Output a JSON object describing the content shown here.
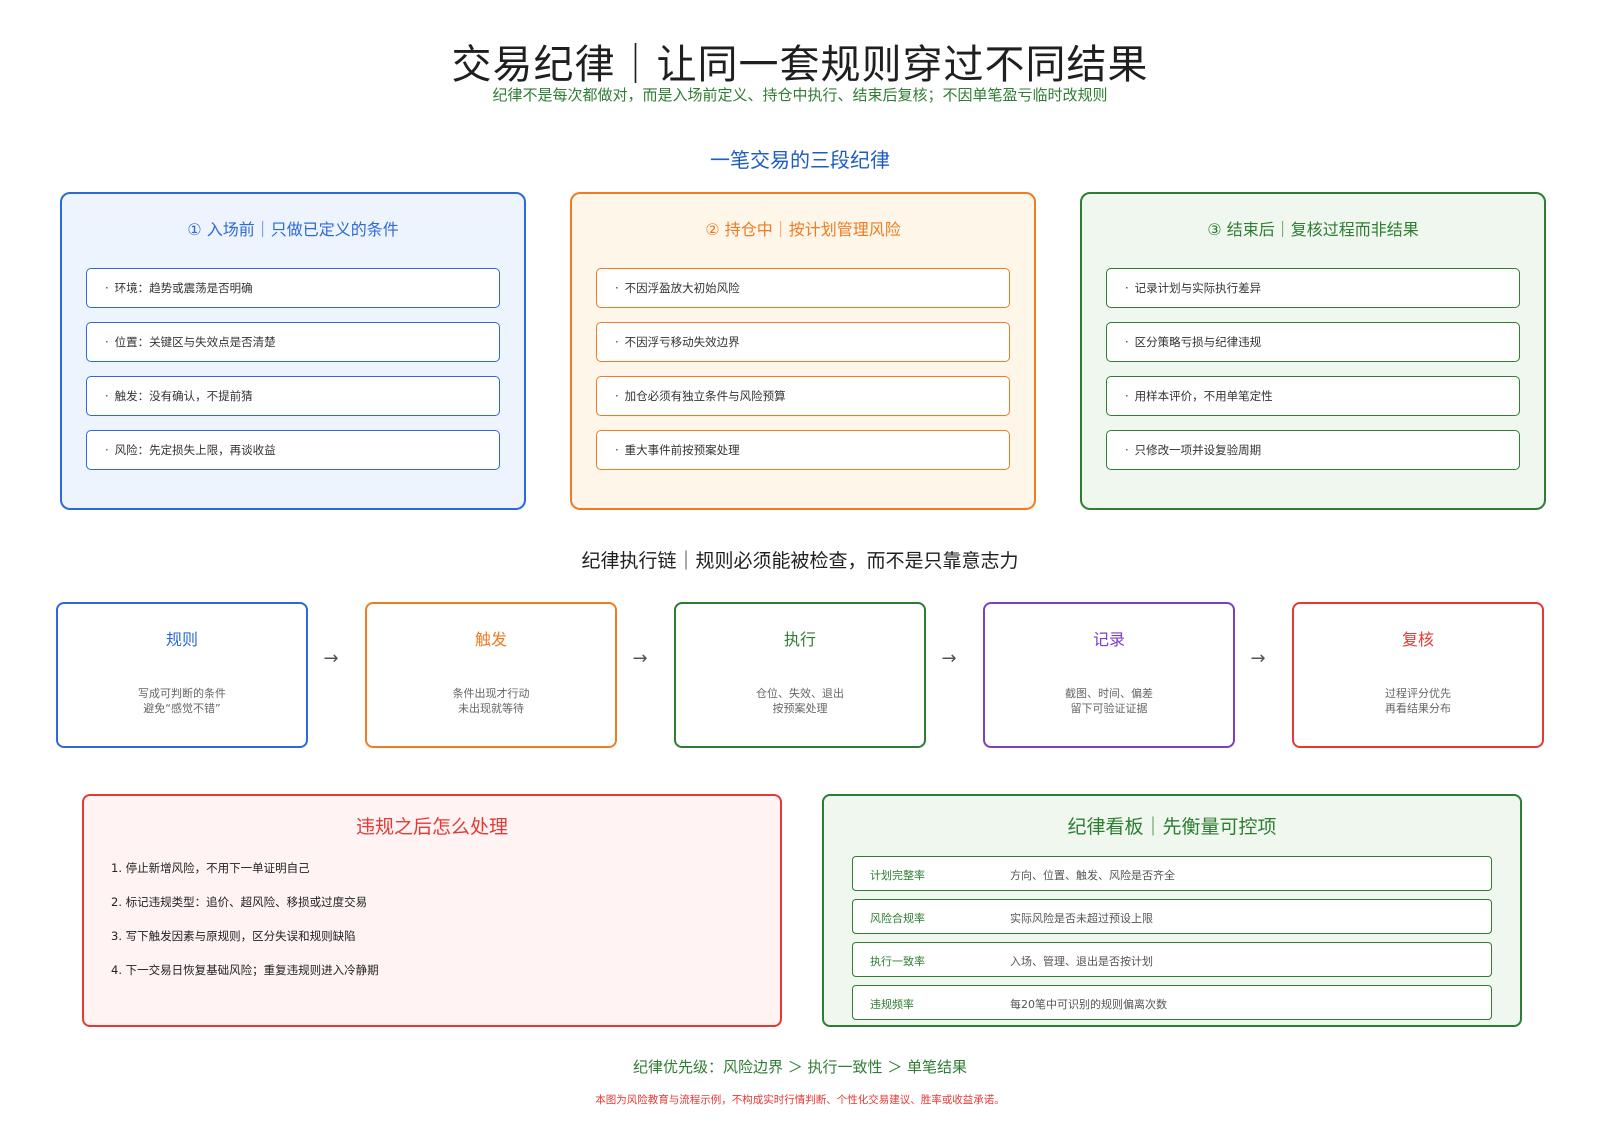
{
  "header": {
    "title": "交易纪律｜让同一套规则穿过不同结果",
    "subtitle": "纪律不是每次都做对，而是入场前定义、持仓中执行、结束后复核；不因单笔盈亏临时改规则"
  },
  "stages_heading": "一笔交易的三段纪律",
  "stages": [
    {
      "title": "① 入场前｜只做已定义的条件",
      "color": "#2d6ad8",
      "items": [
        "环境：趋势或震荡是否明确",
        "位置：关键区与失效点是否清楚",
        "触发：没有确认，不提前猜",
        "风险：先定损失上限，再谈收益"
      ]
    },
    {
      "title": "② 持仓中｜按计划管理风险",
      "color": "#ef7c22",
      "items": [
        "不因浮盈放大初始风险",
        "不因浮亏移动失效边界",
        "加仓必须有独立条件与风险预算",
        "重大事件前按预案处理"
      ]
    },
    {
      "title": "③ 结束后｜复核过程而非结果",
      "color": "#2e7d32",
      "items": [
        "记录计划与实际执行差异",
        "区分策略亏损与纪律违规",
        "用样本评价，不用单笔定性",
        "只修改一项并设复验周期"
      ]
    }
  ],
  "chain": {
    "heading": "纪律执行链｜规则必须能被检查，而不是只靠意志力",
    "arrow": "→",
    "steps": [
      {
        "title": "规则",
        "line1": "写成可判断的条件",
        "line2": "避免“感觉不错”",
        "color": "#2d6ad8"
      },
      {
        "title": "触发",
        "line1": "条件出现才行动",
        "line2": "未出现就等待",
        "color": "#ef7c22"
      },
      {
        "title": "执行",
        "line1": "仓位、失效、退出",
        "line2": "按预案处理",
        "color": "#2e7d32"
      },
      {
        "title": "记录",
        "line1": "截图、时间、偏差",
        "line2": "留下可验证证据",
        "color": "#7b3fc4"
      },
      {
        "title": "复核",
        "line1": "过程评分优先",
        "line2": "再看结果分布",
        "color": "#e53935"
      }
    ]
  },
  "violation": {
    "title": "违规之后怎么处理",
    "steps": [
      "1. 停止新增风险，不用下一单证明自己",
      "2. 标记违规类型：追价、超风险、移损或过度交易",
      "3. 写下触发因素与原规则，区分失误和规则缺陷",
      "4. 下一交易日恢复基础风险；重复违规则进入冷静期"
    ]
  },
  "board": {
    "title": "纪律看板｜先衡量可控项",
    "rows": [
      {
        "metric": "计划完整率",
        "desc": "方向、位置、触发、风险是否齐全"
      },
      {
        "metric": "风险合规率",
        "desc": "实际风险是否未超过预设上限"
      },
      {
        "metric": "执行一致率",
        "desc": "入场、管理、退出是否按计划"
      },
      {
        "metric": "违规频率",
        "desc": "每20笔中可识别的规则偏离次数"
      }
    ]
  },
  "footer": {
    "priority": "纪律优先级：风险边界 ＞ 执行一致性 ＞ 单笔结果",
    "disclaimer": "本图为风险教育与流程示例，不构成实时行情判断、个性化交易建议、胜率或收益承诺。"
  }
}
